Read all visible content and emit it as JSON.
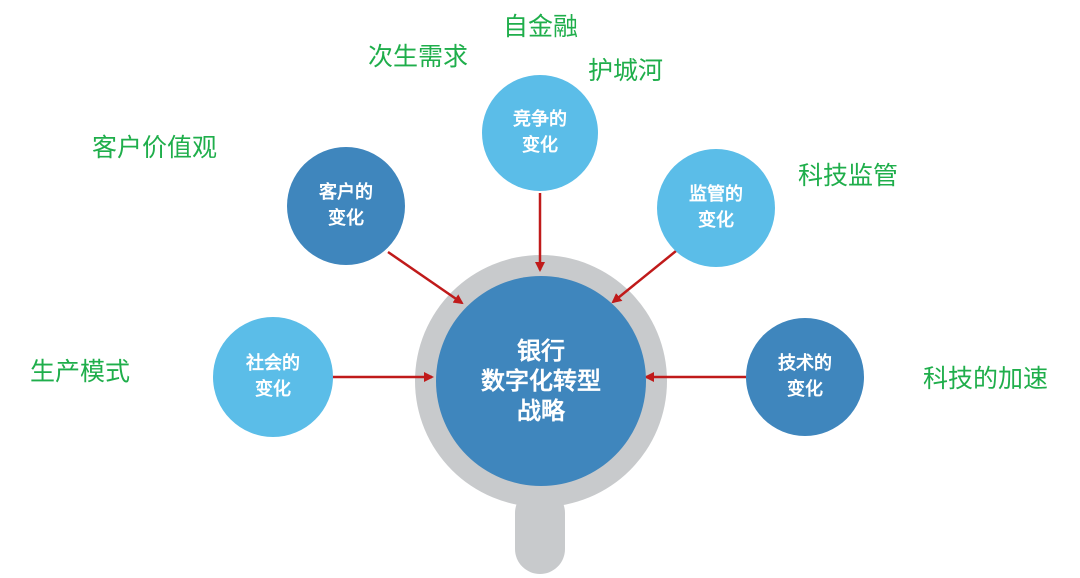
{
  "colors": {
    "label_green": "#1fae4b",
    "node_light": "#5bbde8",
    "node_dark": "#3f86bd",
    "ring_gray": "#c8cacc",
    "arrow_red": "#c01a1a"
  },
  "center": {
    "line1": "银行",
    "line2": "数字化转型",
    "line3": "战略"
  },
  "nodes": {
    "competition": {
      "line1": "竞争的",
      "line2": "变化"
    },
    "customer": {
      "line1": "客户的",
      "line2": "变化"
    },
    "regulation": {
      "line1": "监管的",
      "line2": "变化"
    },
    "society": {
      "line1": "社会的",
      "line2": "变化"
    },
    "technology": {
      "line1": "技术的",
      "line2": "变化"
    }
  },
  "labels": {
    "self_finance": "自金融",
    "secondary_demand": "次生需求",
    "moat": "护城河",
    "customer_values": "客户价值观",
    "tech_regulation": "科技监管",
    "production_mode": "生产模式",
    "tech_acceleration": "科技的加速"
  }
}
